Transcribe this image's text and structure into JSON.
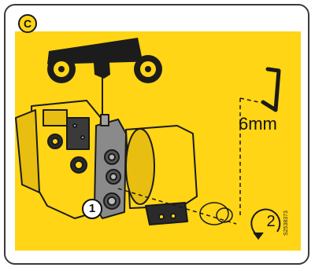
{
  "step": {
    "label": "C"
  },
  "tool": {
    "size_label": "6mm",
    "icon": "allen-key-icon"
  },
  "callouts": [
    {
      "number": "1",
      "meaning": ""
    },
    {
      "number": "2",
      "meaning": ""
    }
  ],
  "reference_code": "S2538373",
  "colors": {
    "panel": "#ffd515",
    "frame": "#3a3a3a",
    "line": "#111111"
  }
}
